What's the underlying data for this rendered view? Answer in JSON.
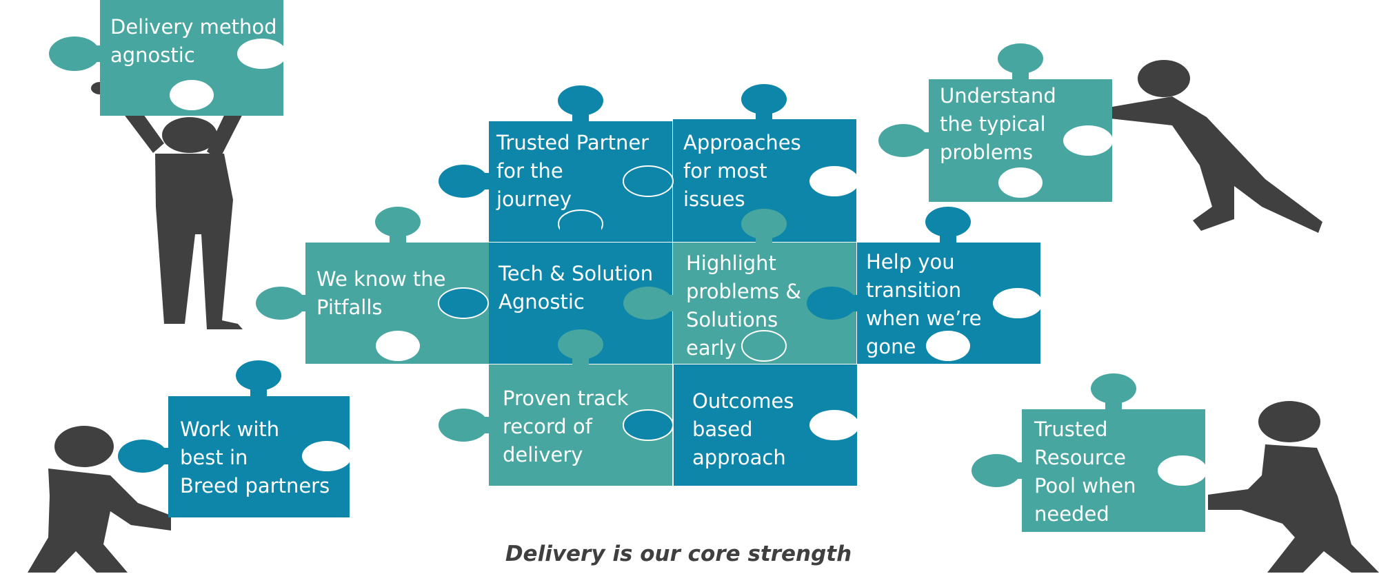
{
  "colors": {
    "teal": "#48a6a0",
    "blue": "#0d86aa",
    "figure": "#404040",
    "background": "#ffffff"
  },
  "pieces": {
    "delivery_method": {
      "lines": [
        "Delivery method",
        "agnostic"
      ],
      "color": "teal"
    },
    "understand": {
      "lines": [
        "Understand",
        "the typical",
        "problems"
      ],
      "color": "teal"
    },
    "trusted_partner": {
      "lines": [
        "Trusted Partner",
        "for the",
        "journey"
      ],
      "color": "blue"
    },
    "approaches": {
      "lines": [
        "Approaches",
        "for most",
        "issues"
      ],
      "color": "blue"
    },
    "pitfalls": {
      "lines": [
        "We know the",
        "Pitfalls"
      ],
      "color": "teal"
    },
    "tech": {
      "lines": [
        "Tech & Solution",
        "Agnostic"
      ],
      "color": "blue"
    },
    "highlight": {
      "lines": [
        "Highlight",
        "problems &",
        "Solutions",
        "early"
      ],
      "color": "teal"
    },
    "help": {
      "lines": [
        "Help you",
        "transition",
        "when we’re",
        "gone"
      ],
      "color": "blue"
    },
    "proven": {
      "lines": [
        "Proven track",
        "record of",
        "delivery"
      ],
      "color": "teal"
    },
    "outcomes": {
      "lines": [
        "Outcomes",
        "based",
        "approach"
      ],
      "color": "blue"
    },
    "work_with": {
      "lines": [
        "Work with",
        "best in",
        "Breed partners"
      ],
      "color": "blue"
    },
    "trusted_resource": {
      "lines": [
        "Trusted",
        "Resource",
        "Pool when",
        "needed"
      ],
      "color": "teal"
    }
  },
  "caption": "Delivery is our core strength"
}
